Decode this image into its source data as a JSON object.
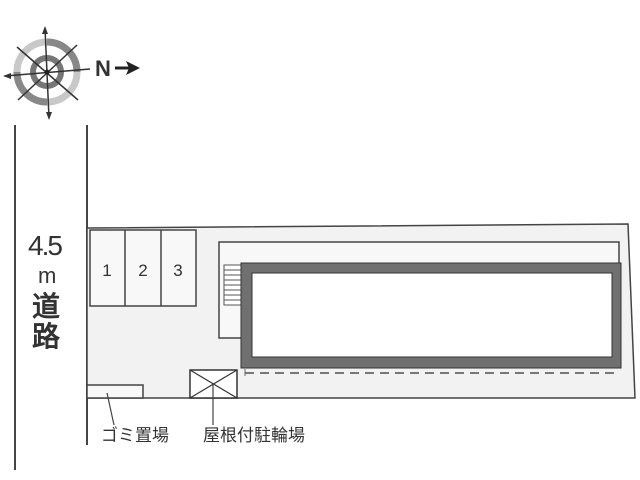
{
  "compass": {
    "north_label": "N",
    "arrow": "→"
  },
  "road": {
    "width_value": "4.5",
    "width_unit": "m",
    "label_chars": [
      "道",
      "路"
    ]
  },
  "parking": {
    "slots": [
      "1",
      "2",
      "3"
    ]
  },
  "callouts": {
    "garbage": "ゴミ置場",
    "bicycle": "屋根付駐輪場"
  },
  "colors": {
    "building_wall": "#707070",
    "lot_fill": "#f2f2f2",
    "line": "#444444"
  }
}
